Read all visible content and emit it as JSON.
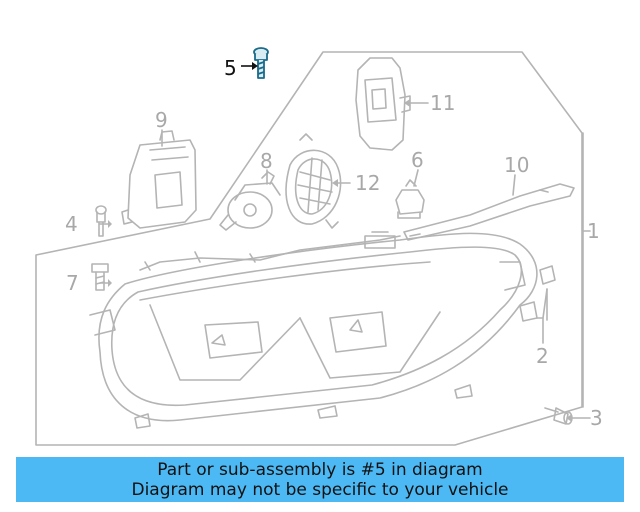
{
  "diagram": {
    "highlighted_part": "5",
    "callouts": {
      "c1": "1",
      "c2": "2",
      "c3": "3",
      "c4": "4",
      "c5": "5",
      "c6": "6",
      "c7": "7",
      "c8": "8",
      "c9": "9",
      "c10": "10",
      "c11": "11",
      "c12": "12"
    },
    "colors": {
      "line": "#b4b4b4",
      "highlight": "#1a6a8a",
      "label": "#a8a8a8",
      "active_label": "#111111"
    }
  },
  "banner": {
    "line1": "Part or sub-assembly is #5 in diagram",
    "line2": "Diagram may not be specific to your vehicle",
    "color": "#4cb9f4"
  }
}
